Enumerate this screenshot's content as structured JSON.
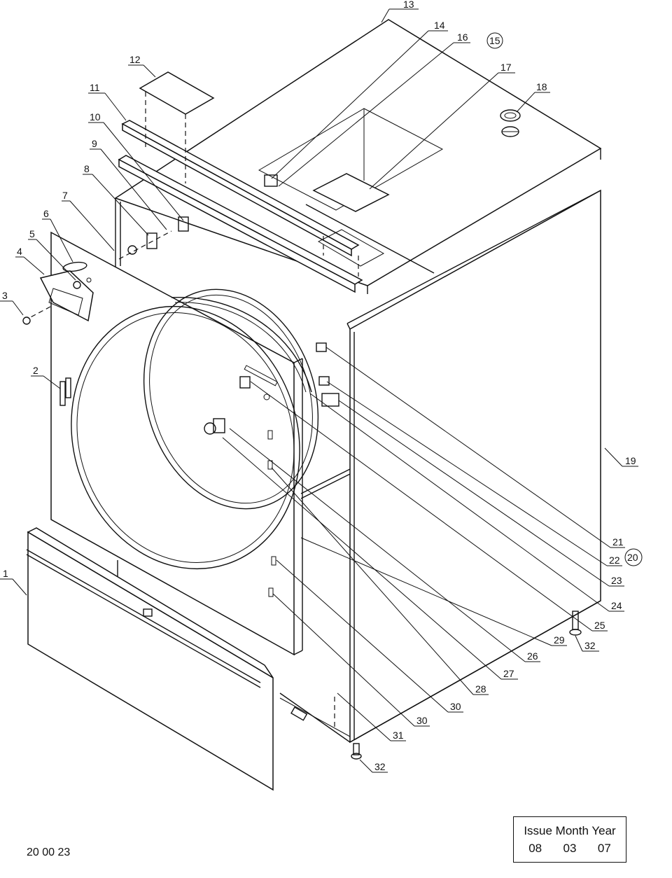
{
  "part_labels": [
    {
      "id": "1",
      "text": "1"
    },
    {
      "id": "2",
      "text": "2"
    },
    {
      "id": "3",
      "text": "3"
    },
    {
      "id": "4",
      "text": "4"
    },
    {
      "id": "5",
      "text": "5"
    },
    {
      "id": "6",
      "text": "6"
    },
    {
      "id": "7",
      "text": "7"
    },
    {
      "id": "8",
      "text": "8"
    },
    {
      "id": "9",
      "text": "9"
    },
    {
      "id": "10",
      "text": "10"
    },
    {
      "id": "11",
      "text": "11"
    },
    {
      "id": "12",
      "text": "12"
    },
    {
      "id": "13",
      "text": "13"
    },
    {
      "id": "14",
      "text": "14"
    },
    {
      "id": "15",
      "text": "15"
    },
    {
      "id": "16",
      "text": "16"
    },
    {
      "id": "17",
      "text": "17"
    },
    {
      "id": "18",
      "text": "18"
    },
    {
      "id": "19",
      "text": "19"
    },
    {
      "id": "20",
      "text": "20"
    },
    {
      "id": "21",
      "text": "21"
    },
    {
      "id": "22",
      "text": "22"
    },
    {
      "id": "23",
      "text": "23"
    },
    {
      "id": "24",
      "text": "24"
    },
    {
      "id": "25",
      "text": "25"
    },
    {
      "id": "26",
      "text": "26"
    },
    {
      "id": "27",
      "text": "27"
    },
    {
      "id": "28",
      "text": "28"
    },
    {
      "id": "29",
      "text": "29"
    },
    {
      "id": "30a",
      "text": "30"
    },
    {
      "id": "30b",
      "text": "30"
    },
    {
      "id": "31",
      "text": "31"
    },
    {
      "id": "32a",
      "text": "32"
    },
    {
      "id": "32b",
      "text": "32"
    }
  ],
  "document_number": "20 00 23",
  "issue_block": {
    "header": "Issue Month Year",
    "issue": "08",
    "month": "03",
    "year": "07"
  },
  "colors": {
    "line": "#111111",
    "background": "#ffffff"
  }
}
